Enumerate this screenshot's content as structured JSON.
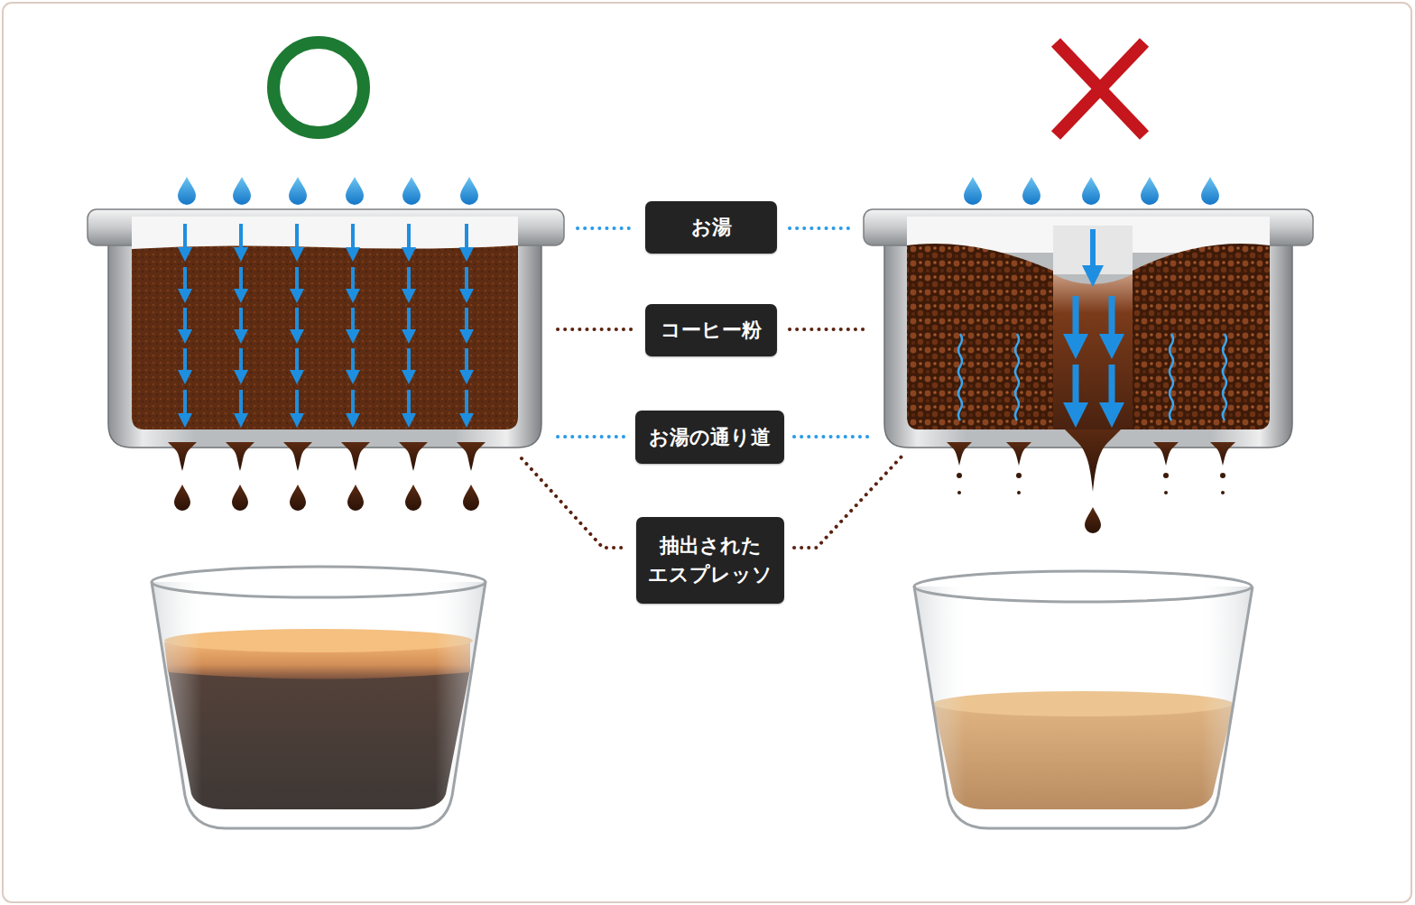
{
  "diagram": {
    "nodes": [
      {
        "text": [
          "お湯"
        ]
      },
      {
        "text": [
          "コーヒー粉"
        ]
      },
      {
        "text": [
          "お湯の通り道"
        ]
      },
      {
        "text": [
          "抽出された エスプレッソ"
        ]
      }
    ]
  }
}
